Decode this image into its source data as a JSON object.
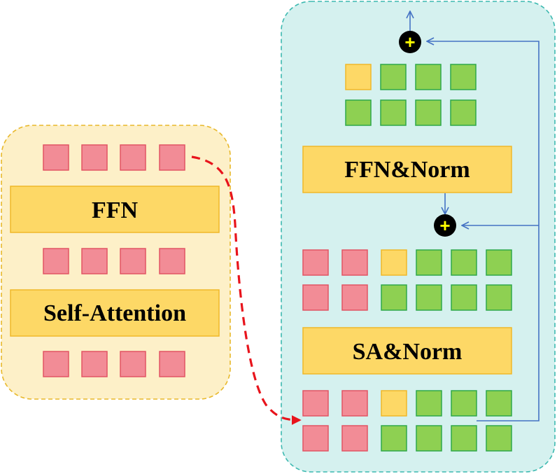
{
  "left_block": {
    "ffn_label": "FFN",
    "attention_label": "Self-Attention"
  },
  "right_block": {
    "ffn_norm_label": "FFN&Norm",
    "sa_norm_label": "SA&Norm"
  },
  "plus_symbol": "+",
  "colors": {
    "left_panel_fill": "#fdf0c8",
    "left_panel_border": "#e8b82a",
    "right_panel_fill": "#d5f1ef",
    "right_panel_border": "#3cb9b0",
    "block_fill": "#fdd866",
    "block_border": "#f0b828",
    "token_red": "#f28c96",
    "token_red_border": "#e25464",
    "token_yellow": "#fdd866",
    "token_yellow_border": "#f0b828",
    "token_green": "#8ed052",
    "token_green_border": "#2ea84a",
    "residual_arrow": "#4472c4",
    "dashed_arrow": "#e8141c"
  }
}
